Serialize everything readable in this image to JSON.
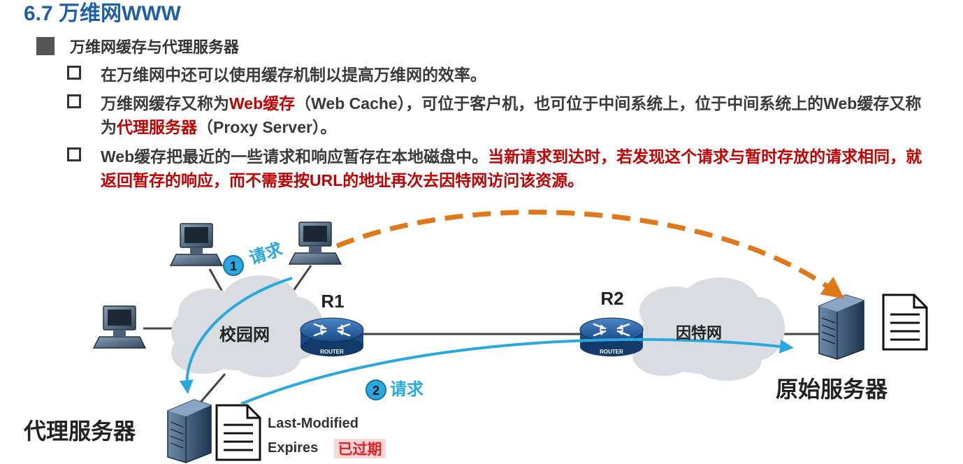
{
  "title": "6.7 万维网WWW",
  "section": "万维网缓存与代理服务器",
  "bullets": {
    "b1": "在万维网中还可以使用缓存机制以提高万维网的效率。",
    "b2_a": "万维网缓存又称为",
    "b2_b": "Web缓存",
    "b2_c": "（Web Cache），可位于客户机，也可位于中间系统上，位于中间系统上的Web缓存又称为",
    "b2_d": "代理服务器",
    "b2_e": "（Proxy Server）。",
    "b3_a": "Web缓存把最近的一些请求和响应暂存在本地磁盘中。",
    "b3_b": "当新请求到达时，若发现这个请求与暂时存放的请求相同，就返回暂存的响应，而不需要按URL的地址再次去因特网访问该资源。"
  },
  "diagram": {
    "campus": "校园网",
    "internet": "因特网",
    "r1": "R1",
    "r2": "R2",
    "router_text": "ROUTER",
    "step1_num": "1",
    "step1": "请求",
    "step2_num": "2",
    "step2": "请求",
    "origin": "原始服务器",
    "proxy": "代理服务器",
    "doc_line1": "Last-Modified",
    "doc_line2": "Expires",
    "expired": "已过期"
  },
  "colors": {
    "title": "#1f5fa8",
    "red": "#c00000",
    "arrow_blue": "#29a8e0",
    "arrow_orange": "#e07818"
  }
}
